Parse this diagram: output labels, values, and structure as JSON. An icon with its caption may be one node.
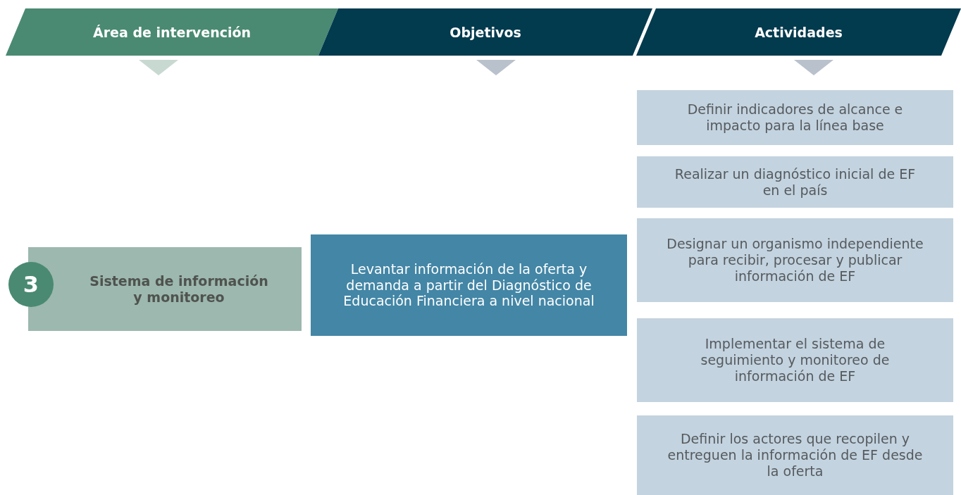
{
  "diagram": {
    "nodes": [
      {
        "text": [
          "Área de intervención"
        ]
      },
      {
        "text": [
          "Objetivos"
        ]
      },
      {
        "text": [
          "Actividades"
        ]
      },
      {
        "text": [
          "3"
        ]
      },
      {
        "text": [
          "Sistema de información y monitoreo"
        ]
      },
      {
        "text": [
          "Levantar información de la oferta y demanda a partir del Diagnóstico de Educación Financiera a nivel nacional"
        ]
      },
      {
        "text": [
          "Definir indicadores de alcance e impacto para la línea base"
        ]
      },
      {
        "text": [
          "Realizar un diagnóstico inicial de EF en el país"
        ]
      },
      {
        "text": [
          "Designar un organismo independiente para recibir, procesar y publicar información de EF"
        ]
      },
      {
        "text": [
          "Implementar el sistema de seguimiento y monitoreo de información de EF"
        ]
      },
      {
        "text": [
          "Definir los actores que recopilen y entreguen la información de EF desde la oferta"
        ]
      }
    ],
    "edges": []
  }
}
